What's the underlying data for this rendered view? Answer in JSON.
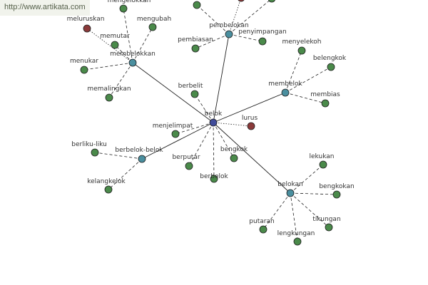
{
  "watermark": "http://www.artikata.com",
  "colors": {
    "root": "#3f4b9a",
    "hub": "#4a8f9f",
    "leaf": "#4a8a4a",
    "antonym": "#8b3a3a",
    "edge": "#222222",
    "stroke": "#1e1e1e"
  },
  "nodes": [
    {
      "id": "belok",
      "label": "belok",
      "type": "root"
    },
    {
      "id": "membelokkan",
      "label": "membelokkan",
      "type": "hub"
    },
    {
      "id": "pembelokan",
      "label": "pembelokan",
      "type": "hub"
    },
    {
      "id": "membelok",
      "label": "membelok",
      "type": "hub"
    },
    {
      "id": "berbelok-belok",
      "label": "berbelok-belok",
      "type": "hub"
    },
    {
      "id": "belokan",
      "label": "belokan",
      "type": "hub"
    },
    {
      "id": "meluruskan",
      "label": "meluruskan",
      "type": "antonym"
    },
    {
      "id": "mengelokkan",
      "label": "mengelokkan",
      "type": "leaf"
    },
    {
      "id": "mengubah",
      "label": "mengubah",
      "type": "leaf"
    },
    {
      "id": "memutar",
      "label": "memutar",
      "type": "leaf"
    },
    {
      "id": "menukar",
      "label": "menukar",
      "type": "leaf"
    },
    {
      "id": "memalingkan",
      "label": "memalingkan",
      "type": "leaf"
    },
    {
      "id": "p-top1",
      "label": "",
      "type": "leaf"
    },
    {
      "id": "p-top2",
      "label": "",
      "type": "antonym"
    },
    {
      "id": "p-top3",
      "label": "",
      "type": "leaf"
    },
    {
      "id": "pembiasan",
      "label": "pembiasan",
      "type": "leaf"
    },
    {
      "id": "penyimpangan",
      "label": "penyimpangan",
      "type": "leaf"
    },
    {
      "id": "menyelekoh",
      "label": "menyelekoh",
      "type": "leaf"
    },
    {
      "id": "belengkok",
      "label": "belengkok",
      "type": "leaf"
    },
    {
      "id": "membias",
      "label": "membias",
      "type": "leaf"
    },
    {
      "id": "berbelit",
      "label": "berbelit",
      "type": "leaf"
    },
    {
      "id": "lurus",
      "label": "lurus",
      "type": "antonym"
    },
    {
      "id": "menjelimpat",
      "label": "menjelimpat",
      "type": "leaf"
    },
    {
      "id": "berputar",
      "label": "berputar",
      "type": "leaf"
    },
    {
      "id": "bengkok",
      "label": "bengkok",
      "type": "leaf"
    },
    {
      "id": "berbelok",
      "label": "berbelok",
      "type": "leaf"
    },
    {
      "id": "berliku-liku",
      "label": "berliku-liku",
      "type": "leaf"
    },
    {
      "id": "kelangkelok",
      "label": "kelangkelok",
      "type": "leaf"
    },
    {
      "id": "lekukan",
      "label": "lekukan",
      "type": "leaf"
    },
    {
      "id": "bengkokan",
      "label": "bengkokan",
      "type": "leaf"
    },
    {
      "id": "putaran",
      "label": "putaran",
      "type": "leaf"
    },
    {
      "id": "tikungan",
      "label": "tikungan",
      "type": "leaf"
    },
    {
      "id": "lengkungan",
      "label": "lengkungan",
      "type": "leaf"
    }
  ],
  "edges": [
    {
      "from": "belok",
      "to": "membelokkan",
      "style": "solid"
    },
    {
      "from": "belok",
      "to": "pembelokan",
      "style": "solid"
    },
    {
      "from": "belok",
      "to": "membelok",
      "style": "solid"
    },
    {
      "from": "belok",
      "to": "berbelok-belok",
      "style": "solid"
    },
    {
      "from": "belok",
      "to": "belokan",
      "style": "solid"
    },
    {
      "from": "belok",
      "to": "berbelit",
      "style": "dashed"
    },
    {
      "from": "belok",
      "to": "lurus",
      "style": "dotted"
    },
    {
      "from": "belok",
      "to": "menjelimpat",
      "style": "dashed"
    },
    {
      "from": "belok",
      "to": "berputar",
      "style": "dashed"
    },
    {
      "from": "belok",
      "to": "bengkok",
      "style": "dashed"
    },
    {
      "from": "belok",
      "to": "berbelok",
      "style": "dashed"
    },
    {
      "from": "membelokkan",
      "to": "meluruskan",
      "style": "dotted"
    },
    {
      "from": "membelokkan",
      "to": "mengelokkan",
      "style": "dashed"
    },
    {
      "from": "membelokkan",
      "to": "mengubah",
      "style": "dashed"
    },
    {
      "from": "membelokkan",
      "to": "memutar",
      "style": "dashed"
    },
    {
      "from": "membelokkan",
      "to": "menukar",
      "style": "dashed"
    },
    {
      "from": "membelokkan",
      "to": "memalingkan",
      "style": "dashed"
    },
    {
      "from": "pembelokan",
      "to": "p-top1",
      "style": "dashed"
    },
    {
      "from": "pembelokan",
      "to": "p-top2",
      "style": "dotted"
    },
    {
      "from": "pembelokan",
      "to": "p-top3",
      "style": "dashed"
    },
    {
      "from": "pembelokan",
      "to": "pembiasan",
      "style": "dashed"
    },
    {
      "from": "pembelokan",
      "to": "penyimpangan",
      "style": "dashed"
    },
    {
      "from": "membelok",
      "to": "menyelekoh",
      "style": "dashed"
    },
    {
      "from": "membelok",
      "to": "belengkok",
      "style": "dashed"
    },
    {
      "from": "membelok",
      "to": "membias",
      "style": "dashed"
    },
    {
      "from": "berbelok-belok",
      "to": "berliku-liku",
      "style": "dashed"
    },
    {
      "from": "berbelok-belok",
      "to": "kelangkelok",
      "style": "dashed"
    },
    {
      "from": "belokan",
      "to": "lekukan",
      "style": "dashed"
    },
    {
      "from": "belokan",
      "to": "bengkokan",
      "style": "dashed"
    },
    {
      "from": "belokan",
      "to": "putaran",
      "style": "dashed"
    },
    {
      "from": "belokan",
      "to": "tikungan",
      "style": "dashed"
    },
    {
      "from": "belokan",
      "to": "lengkungan",
      "style": "dashed"
    }
  ]
}
